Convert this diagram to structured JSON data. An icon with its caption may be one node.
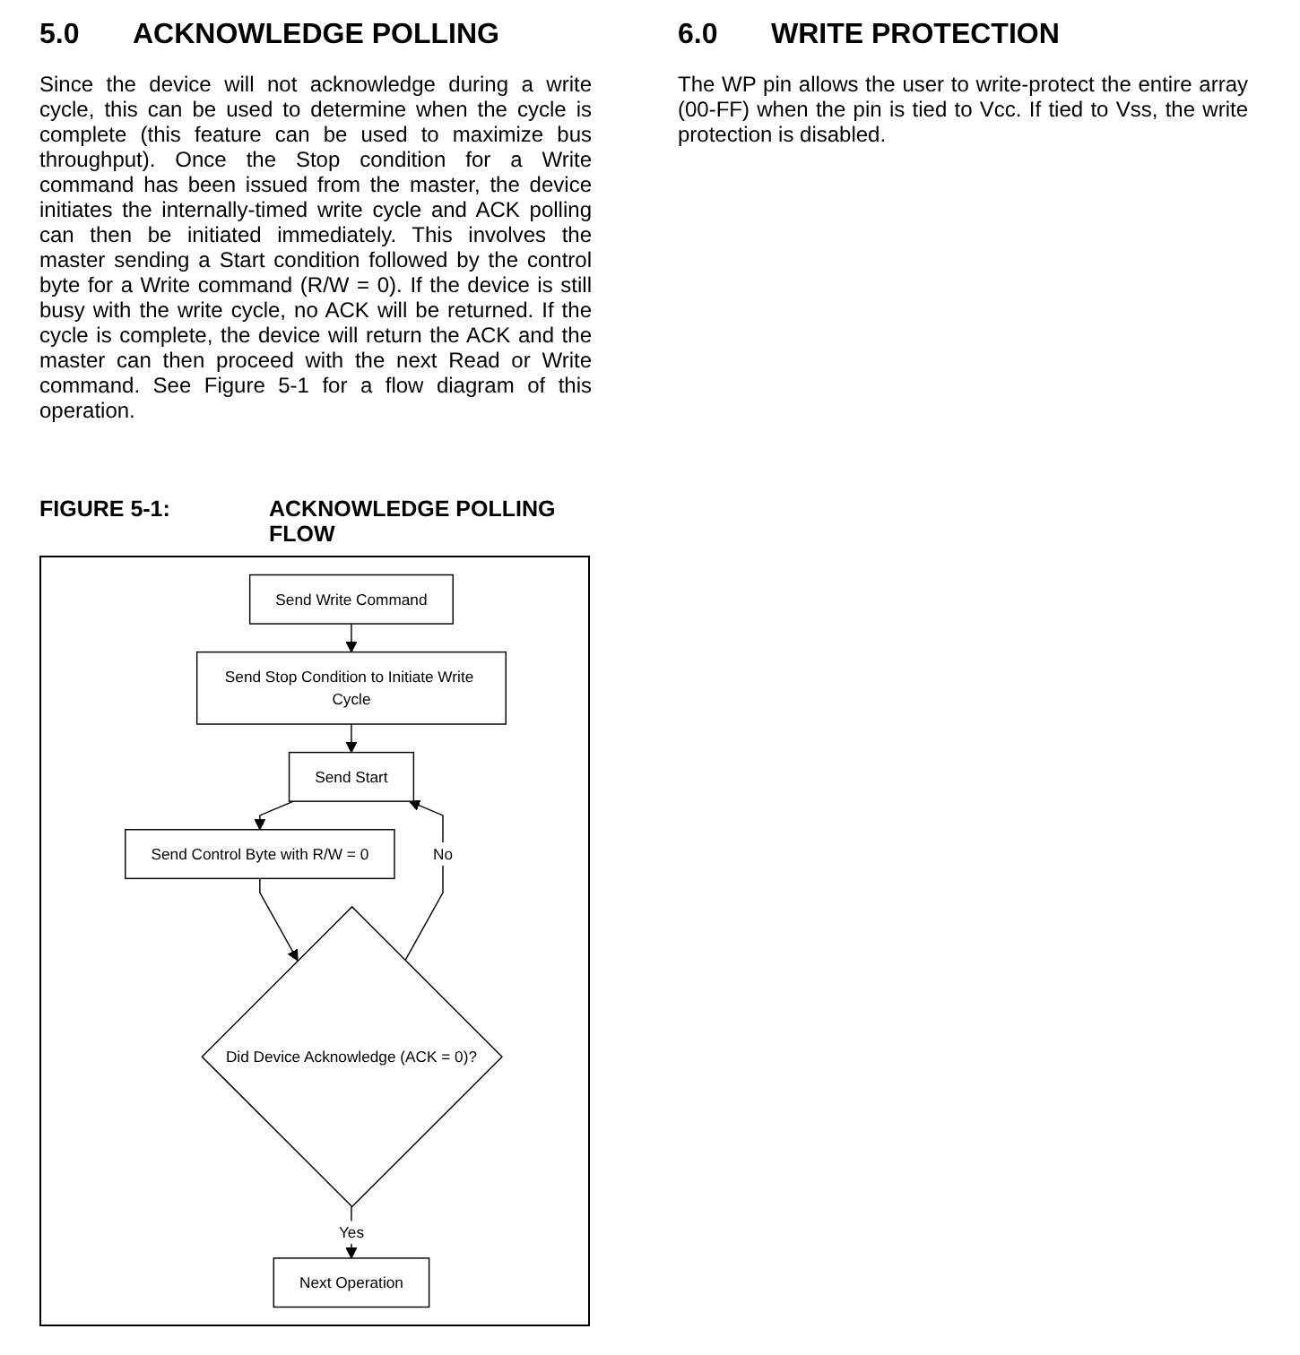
{
  "diagram": {
    "nodes": [
      {
        "text": [
          "Send Write Command"
        ]
      },
      {
        "text": [
          "Send Stop Condition to Initiate Write Cycle"
        ]
      },
      {
        "text": [
          "Send Start"
        ]
      },
      {
        "text": [
          "Send Control Byte with R/W = 0"
        ]
      },
      {
        "text": [
          "Did Device Acknowledge (ACK = 0)?"
        ]
      },
      {
        "text": [
          "Next Operation"
        ]
      }
    ],
    "edges": [
      {
        "from": 0,
        "to": 1,
        "arrow": "to"
      },
      {
        "from": 1,
        "to": 2,
        "arrow": "to"
      },
      {
        "from": 2,
        "to": 3,
        "arrow": "to"
      },
      {
        "from": 3,
        "to": 4,
        "arrow": "to"
      },
      {
        "from": 4,
        "to": 5,
        "arrow": "to",
        "label": "Yes"
      },
      {
        "from": 4,
        "to": 2,
        "arrow": "to",
        "label": "No"
      }
    ],
    "labels": [
      "5.0",
      "ACKNOWLEDGE POLLING",
      "Since the device will not acknowledge during a write cycle, this can be used to determine when the cycle is complete (this feature can be used to maximize bus throughput). Once the Stop condition for a Write command has been issued from the master, the device initiates the internally-timed write cycle and ACK polling can then be initiated immediately. This involves the master sending a Start condition followed by the control byte for a Write command (R/W = 0). If the device is still busy with the write cycle, no ACK will be returned. If the cycle is complete, the device will return the ACK and the master can then proceed with the next Read or Write command. See Figure 5-1 for a flow diagram of this operation.",
      "6.0",
      "WRITE PROTECTION",
      "The WP pin allows the user to write-protect the entire array (00-FF) when the pin is tied to Vcc. If tied to Vss, the write protection is disabled.",
      "FIGURE 5-1:",
      "ACKNOWLEDGE POLLING FLOW"
    ]
  }
}
